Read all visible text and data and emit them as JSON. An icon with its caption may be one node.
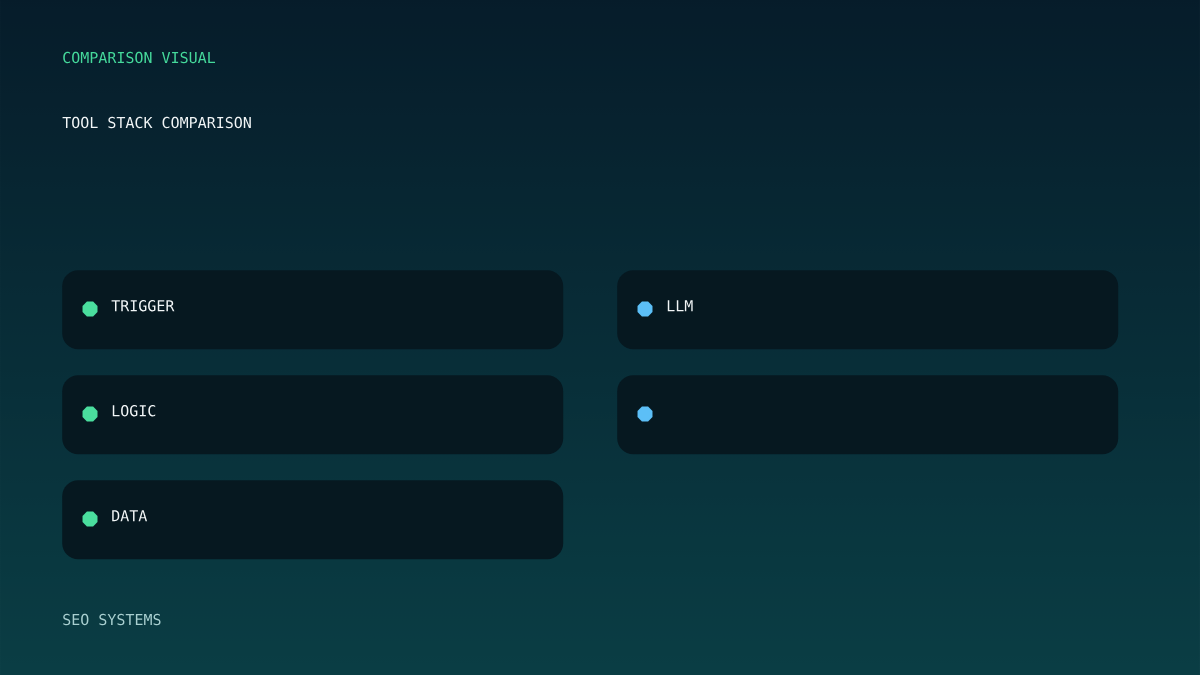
{
  "diagram": {
    "title": "TOOL STACK COMPARISON",
    "nodes": [
      {
        "text": [
          "TRIGGER"
        ]
      },
      {
        "text": [
          "LLM"
        ]
      },
      {
        "text": [
          "LOGIC"
        ]
      },
      {
        "text": [],
        "shape": "box"
      },
      {
        "text": [
          "DATA"
        ]
      }
    ],
    "labels": [
      "COMPARISON VISUAL",
      "SEO SYSTEMS"
    ]
  }
}
